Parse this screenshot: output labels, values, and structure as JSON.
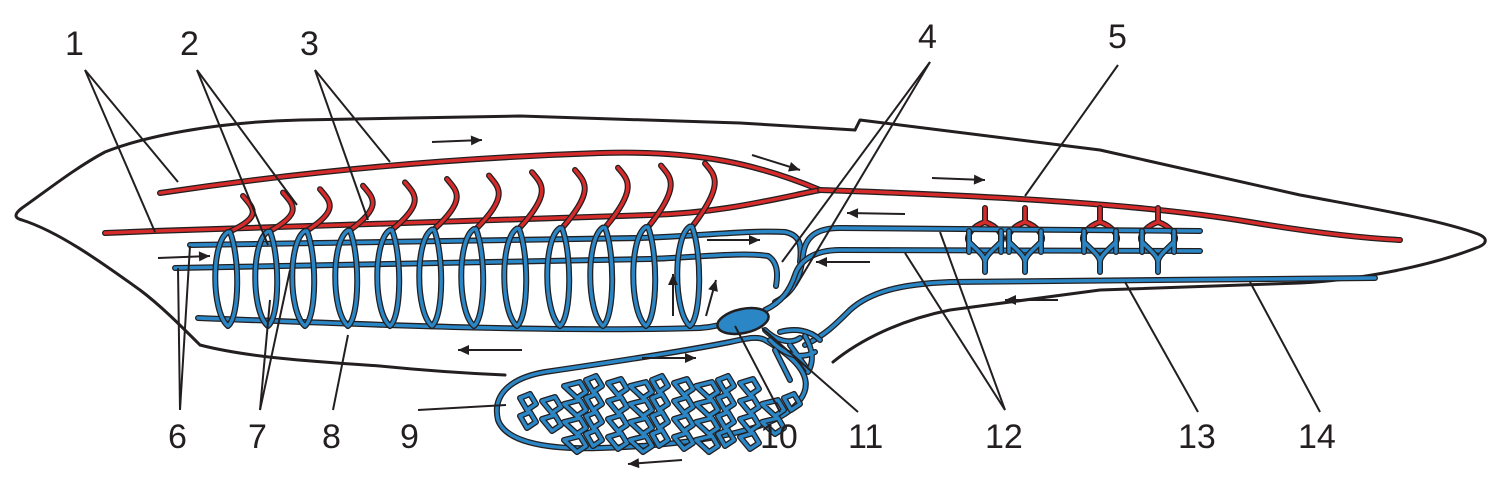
{
  "labels": {
    "l1": "1",
    "l2": "2",
    "l3": "3",
    "l4": "4",
    "l5": "5",
    "l6": "6",
    "l7": "7",
    "l8": "8",
    "l9": "9",
    "l10": "10",
    "l11": "11",
    "l12": "12",
    "l13": "13",
    "l14": "14"
  },
  "colors": {
    "artery": "#d52b2b",
    "vein": "#2b86c5",
    "outline": "#231f20",
    "background": "#ffffff"
  }
}
